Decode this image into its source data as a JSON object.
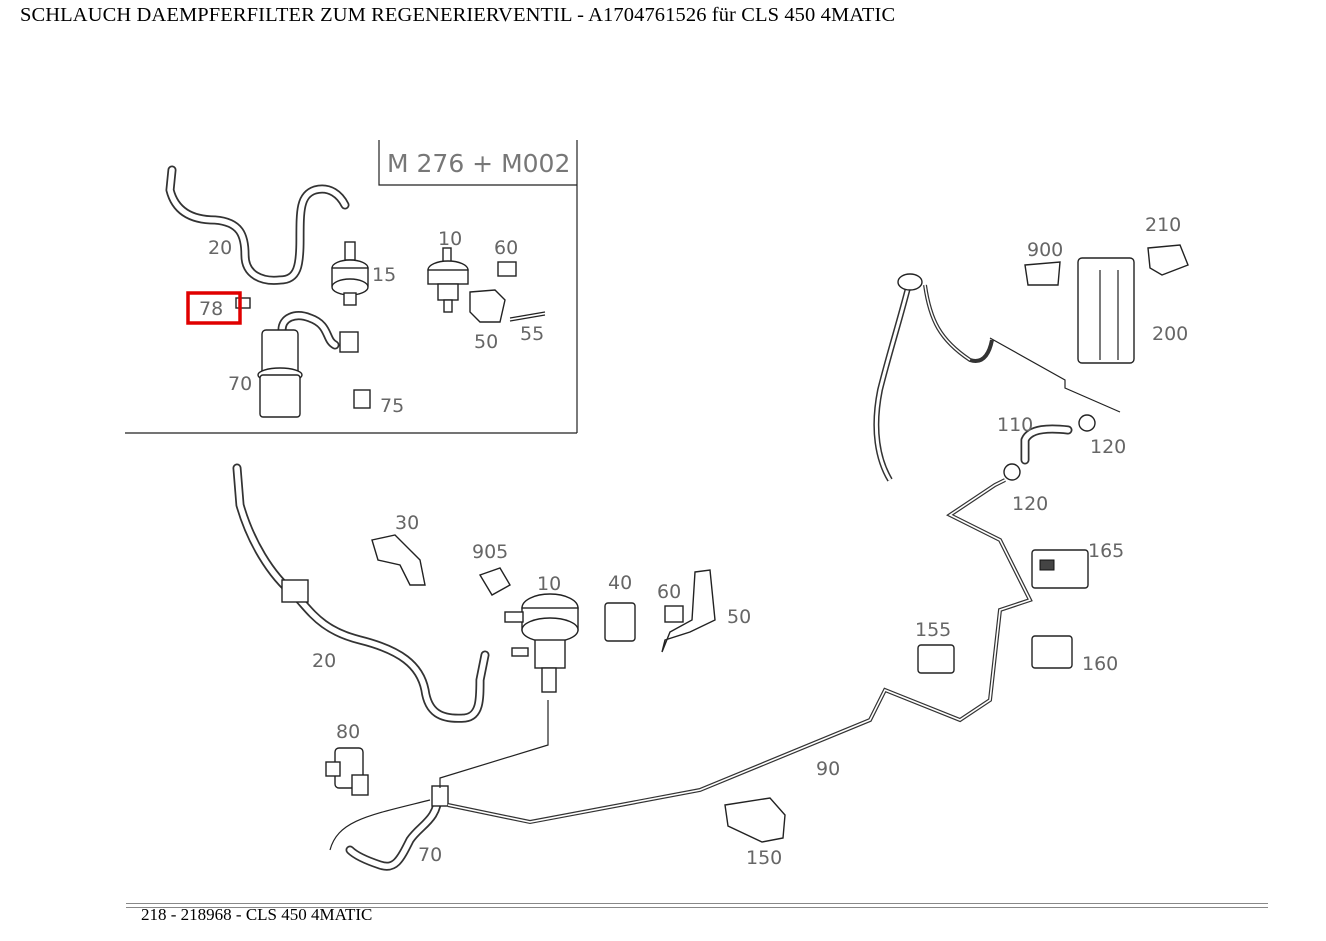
{
  "header": {
    "title": "SCHLAUCH DAEMPFERFILTER ZUM REGENERIERVENTIL - A1704761526 für CLS 450 4MATIC"
  },
  "footer": {
    "text": "218 - 218968 - CLS 450 4MATIC"
  },
  "highlight": {
    "label": "78",
    "color": "#e00000"
  },
  "inset": {
    "title": "M 276 + M002",
    "labels": {
      "l20": "20",
      "l15": "15",
      "l10": "10",
      "l60": "60",
      "l50": "50",
      "l55": "55",
      "l70": "70",
      "l75": "75"
    }
  },
  "main": {
    "labels": {
      "l20": "20",
      "l30": "30",
      "l905": "905",
      "l10": "10",
      "l40": "40",
      "l60": "60",
      "l50": "50",
      "l80": "80",
      "l70": "70",
      "l90": "90",
      "l150": "150",
      "l155": "155",
      "l160": "160",
      "l165": "165",
      "l110": "110",
      "l120a": "120",
      "l120b": "120",
      "l900": "900",
      "l210": "210",
      "l200": "200"
    }
  }
}
